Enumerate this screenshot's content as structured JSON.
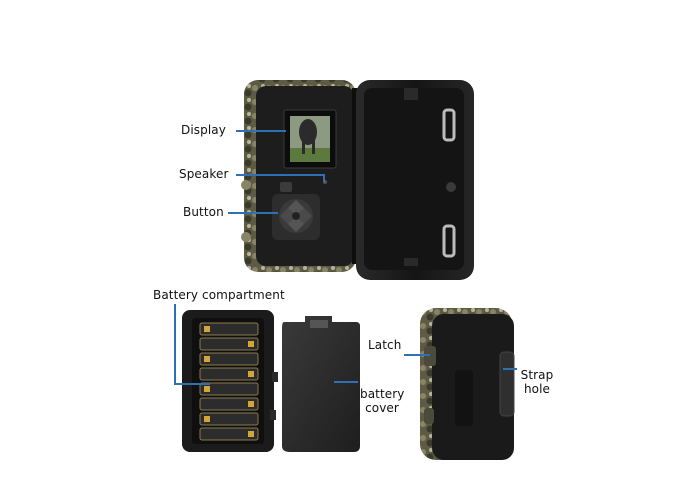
{
  "labels": {
    "display": "Display",
    "speaker": "Speaker",
    "button": "Button",
    "battery_compartment": "Battery compartment",
    "latch": "Latch",
    "battery_cover_line1": "battery",
    "battery_cover_line2": "cover",
    "strap_hole_line1": "Strap",
    "strap_hole_line2": "hole"
  },
  "colors": {
    "leader_line": "#2f6fb3",
    "camera_body": "#1c1c1c",
    "camo": "#6b6b52"
  }
}
